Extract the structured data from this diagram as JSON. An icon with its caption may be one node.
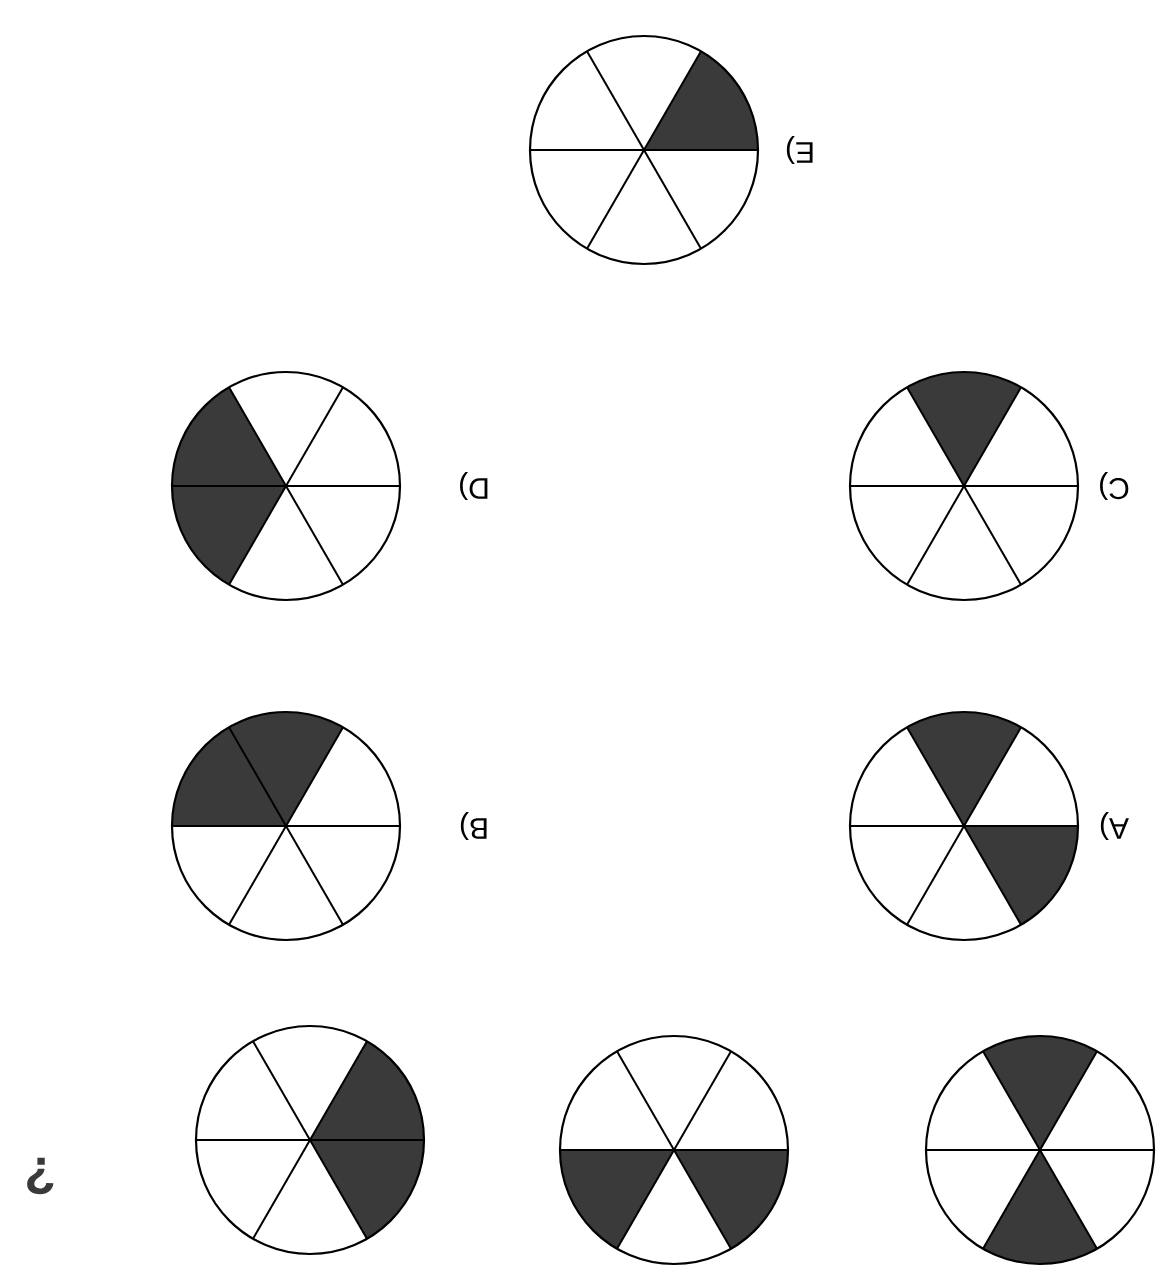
{
  "diagram": {
    "nodes": [
      {
        "text": [],
        "shape": "circle",
        "beside": [
          "E)"
        ]
      },
      {
        "text": [],
        "shape": "circle",
        "beside": [
          "C)"
        ]
      },
      {
        "text": [],
        "shape": "circle",
        "beside": [
          "D)"
        ]
      },
      {
        "text": [],
        "shape": "circle",
        "beside": [
          "A)"
        ]
      },
      {
        "text": [],
        "shape": "circle",
        "beside": [
          "B)"
        ]
      },
      {
        "text": [],
        "shape": "circle"
      },
      {
        "text": [],
        "shape": "circle"
      },
      {
        "text": [],
        "shape": "circle"
      }
    ],
    "labels": [
      "?"
    ]
  }
}
